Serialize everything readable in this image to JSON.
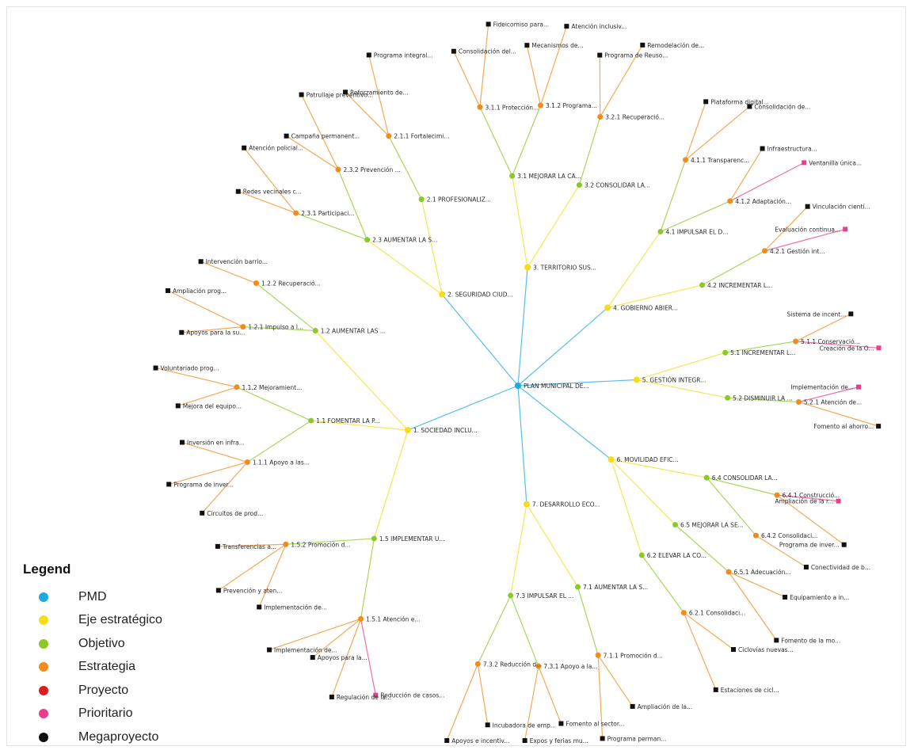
{
  "legend": {
    "title": "Legend",
    "items": [
      {
        "label": "PMD",
        "color": "#1fa9e1"
      },
      {
        "label": "Eje estratégico",
        "color": "#f7dc1b"
      },
      {
        "label": "Objetivo",
        "color": "#8ac926"
      },
      {
        "label": "Estrategia",
        "color": "#f08c1e"
      },
      {
        "label": "Proyecto",
        "color": "#e01b1b"
      },
      {
        "label": "Prioritario",
        "color": "#e83e8c"
      },
      {
        "label": "Megaproyecto",
        "color": "#111111"
      }
    ]
  },
  "graph": {
    "root": {
      "label": "PLAN MUNICIPAL DE..."
    },
    "ejes": [
      {
        "label": "1. SOCIEDAD INCLU...",
        "objetivos": [
          {
            "label": "1.5 IMPLEMENTAR U...",
            "estrategias": [
              {
                "label": "1.5.1 Atención e...",
                "proyectos": [
                  "Reducción de casos...",
                  "Regulación de la...",
                  "Apoyos para la...",
                  "Implementación de..."
                ]
              },
              {
                "label": "1.5.2 Promoción d...",
                "proyectos": [
                  "Implementación de...",
                  "Prevención y aten...",
                  "Transferencias a..."
                ]
              }
            ]
          },
          {
            "label": "1.1 FOMENTAR LA P...",
            "estrategias": [
              {
                "label": "1.1.1 Apoyo a las...",
                "proyectos": [
                  "Circuitos de prod...",
                  "Programa de inver...",
                  "Inversión en infra..."
                ]
              },
              {
                "label": "1.1.2 Mejoramient...",
                "proyectos": [
                  "Mejora del equipo...",
                  "Voluntariado prog..."
                ]
              }
            ]
          },
          {
            "label": "1.2 AUMENTAR LAS ...",
            "estrategias": [
              {
                "label": "1.2.1 Impulso a l...",
                "proyectos": [
                  "Apoyos para la su...",
                  "Ampliación prog..."
                ]
              },
              {
                "label": "1.2.2 Recuperació...",
                "proyectos": [
                  "Intervención barrio..."
                ]
              }
            ]
          }
        ]
      },
      {
        "label": "2. SEGURIDAD CIUD...",
        "objetivos": [
          {
            "label": "2.3 AUMENTAR LA S...",
            "estrategias": [
              {
                "label": "2.3.1 Participaci...",
                "proyectos": [
                  "Redes vecinales c...",
                  "Atención policial..."
                ]
              },
              {
                "label": "2.3.2 Prevención ...",
                "proyectos": [
                  "Campaña permanent...",
                  "Patrullaje preventivo..."
                ]
              }
            ]
          },
          {
            "label": "2.1 PROFESIONALIZ...",
            "estrategias": [
              {
                "label": "2.1.1 Fortalecimi...",
                "proyectos": [
                  "Reforzamiento de...",
                  "Programa integral..."
                ]
              }
            ]
          }
        ]
      },
      {
        "label": "3. TERRITORIO SUS...",
        "objetivos": [
          {
            "label": "3.1 MEJORAR LA CA...",
            "estrategias": [
              {
                "label": "3.1.1 Protección...",
                "proyectos": [
                  "Consolidación del...",
                  "Fideicomiso para..."
                ]
              },
              {
                "label": "3.1.2 Programa...",
                "proyectos": [
                  "Mecanismos de...",
                  "Atención inclusiv..."
                ]
              }
            ]
          },
          {
            "label": "3.2 CONSOLIDAR LA...",
            "estrategias": [
              {
                "label": "3.2.1 Recuperació...",
                "proyectos": [
                  "Programa de Reuso...",
                  "Remodelación de..."
                ]
              }
            ]
          }
        ]
      },
      {
        "label": "4. GOBIERNO ABIER...",
        "objetivos": [
          {
            "label": "4.1 IMPULSAR EL D...",
            "estrategias": [
              {
                "label": "4.1.1 Transparenc...",
                "proyectos": [
                  "Plataforma digital...",
                  "Consolidación de..."
                ]
              },
              {
                "label": "4.1.2 Adaptación...",
                "proyectos": [
                  "Infraestructura...",
                  "Ventanilla única..."
                ]
              }
            ]
          },
          {
            "label": "4.2 INCREMENTAR L...",
            "estrategias": [
              {
                "label": "4.2.1 Gestión int...",
                "proyectos": [
                  "Vinculación cientí...",
                  "Evaluación continua..."
                ]
              }
            ]
          }
        ]
      },
      {
        "label": "5. GESTIÓN INTEGR...",
        "objetivos": [
          {
            "label": "5.1 INCREMENTAR L...",
            "estrategias": [
              {
                "label": "5.1.1 Conservació...",
                "proyectos": [
                  "Sistema de incent...",
                  "Creación de la O..."
                ]
              }
            ]
          },
          {
            "label": "5.2 DISMINUIR LA ...",
            "estrategias": [
              {
                "label": "5.2.1 Atención de...",
                "proyectos": [
                  "Implementación de...",
                  "Fomento al ahorro..."
                ]
              }
            ]
          }
        ]
      },
      {
        "label": "6. MOVILIDAD EFIC...",
        "objetivos": [
          {
            "label": "6.4 CONSOLIDAR LA...",
            "estrategias": [
              {
                "label": "6.4.1 Construcció...",
                "proyectos": [
                  "Ampliación de la r...",
                  "Programa de inver..."
                ]
              },
              {
                "label": "6.4.2 Consolidaci...",
                "proyectos": [
                  "Conectividad de b..."
                ]
              }
            ]
          },
          {
            "label": "6.5 MEJORAR LA SE...",
            "estrategias": [
              {
                "label": "6.5.1 Adecuación...",
                "proyectos": [
                  "Equipamiento a in...",
                  "Fomento de la mo..."
                ]
              }
            ]
          },
          {
            "label": "6.2 ELEVAR LA CO...",
            "estrategias": [
              {
                "label": "6.2.1 Consolidaci...",
                "proyectos": [
                  "Ciclovías nuevas...",
                  "Estaciones de cicl..."
                ]
              }
            ]
          }
        ]
      },
      {
        "label": "7. DESARROLLO ECO...",
        "objetivos": [
          {
            "label": "7.1 AUMENTAR LA S...",
            "estrategias": [
              {
                "label": "7.1.1 Promoción d...",
                "proyectos": [
                  "Ampliación de la...",
                  "Programa perman..."
                ]
              }
            ]
          },
          {
            "label": "7.3 IMPULSAR EL ...",
            "estrategias": [
              {
                "label": "7.3.1 Apoyo a la...",
                "proyectos": [
                  "Fomento al sector...",
                  "Expos y ferias mu..."
                ]
              },
              {
                "label": "7.3.2 Reducción d...",
                "proyectos": [
                  "Incubadora de emp...",
                  "Apoyos e incentiv..."
                ]
              }
            ]
          }
        ]
      }
    ]
  }
}
